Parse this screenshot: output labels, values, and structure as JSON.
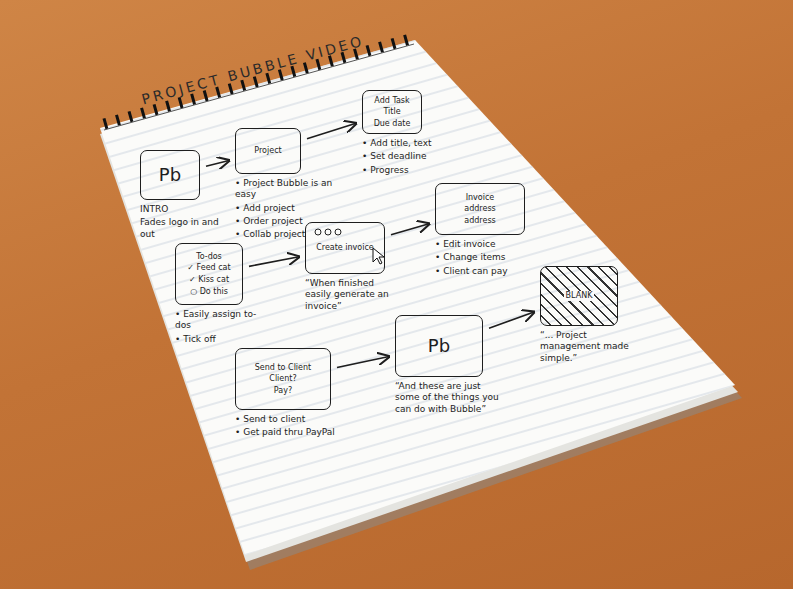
{
  "diagram": {
    "title": "PROJECT BUBBLE VIDEO",
    "nodes": [
      {
        "text": [
          "Pb",
          "INTRO",
          "Fades logo in and out"
        ]
      },
      {
        "text": [
          "Project",
          "• Project Bubble is an easy",
          "• Add project",
          "• Order project",
          "• Collab project"
        ]
      },
      {
        "text": [
          "Add Task",
          "Title",
          "Due date",
          "• Add title, text",
          "• Set deadline",
          "• Progress"
        ]
      },
      {
        "text": [
          "To-dos",
          "✓ Feed cat",
          "✓ Kiss cat",
          "○ Do this",
          "• Easily assign to-dos",
          "• Tick off"
        ]
      },
      {
        "text": [
          "Create invoice",
          "“When finished easily generate an invoice”"
        ]
      },
      {
        "text": [
          "Invoice",
          "address",
          "address",
          "• Edit invoice",
          "• Change items",
          "• Client can pay"
        ]
      },
      {
        "text": [
          "Send to Client",
          "Client?",
          "Pay?",
          "• Send to client",
          "• Get paid thru PayPal"
        ]
      },
      {
        "text": [
          "Pb",
          "“And these are just some of the things you can do with Bubble”"
        ]
      },
      {
        "text": [
          "BLANK",
          "“... Project management made simple.”"
        ]
      }
    ],
    "edges": [
      {
        "from": 0,
        "to": 1,
        "arrow": "to"
      },
      {
        "from": 1,
        "to": 2,
        "arrow": "to"
      },
      {
        "from": 3,
        "to": 4,
        "arrow": "to"
      },
      {
        "from": 4,
        "to": 5,
        "arrow": "to"
      },
      {
        "from": 6,
        "to": 7,
        "arrow": "to"
      },
      {
        "from": 7,
        "to": 8,
        "arrow": "to"
      }
    ]
  }
}
